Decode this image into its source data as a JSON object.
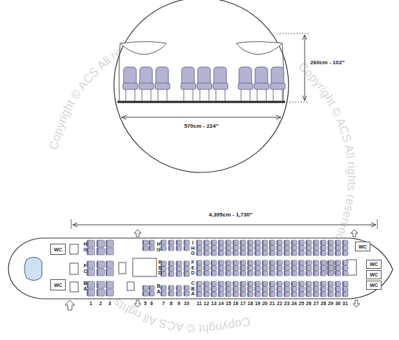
{
  "diagram": {
    "nodes": [
      {
        "text": [
          "WC"
        ]
      },
      {
        "text": [
          "WC"
        ]
      },
      {
        "text": [
          "WC"
        ]
      },
      {
        "text": [
          "WC"
        ]
      },
      {
        "text": [
          "WC"
        ]
      },
      {
        "text": [
          "WC"
        ]
      }
    ],
    "labels": [
      "260cm - 102″",
      "570cm - 224″",
      "4,395cm - 1,730″",
      "Copyright © ACS All rights reserved 2012",
      "Copyright © ACS All rights reserved 2012",
      "Copyright © ACS All rights reserved 2012",
      "H G",
      "F C",
      "B A",
      "H G",
      "F E D",
      "B A",
      "I H G",
      "F E D",
      "C B A",
      "1",
      "2",
      "3",
      "5",
      "6",
      "7",
      "8",
      "9",
      "10",
      "11",
      "12",
      "13",
      "14",
      "15",
      "16",
      "17",
      "18",
      "19",
      "20",
      "21",
      "22",
      "23",
      "24",
      "25",
      "26",
      "27",
      "28",
      "29",
      "30",
      "31"
    ]
  }
}
